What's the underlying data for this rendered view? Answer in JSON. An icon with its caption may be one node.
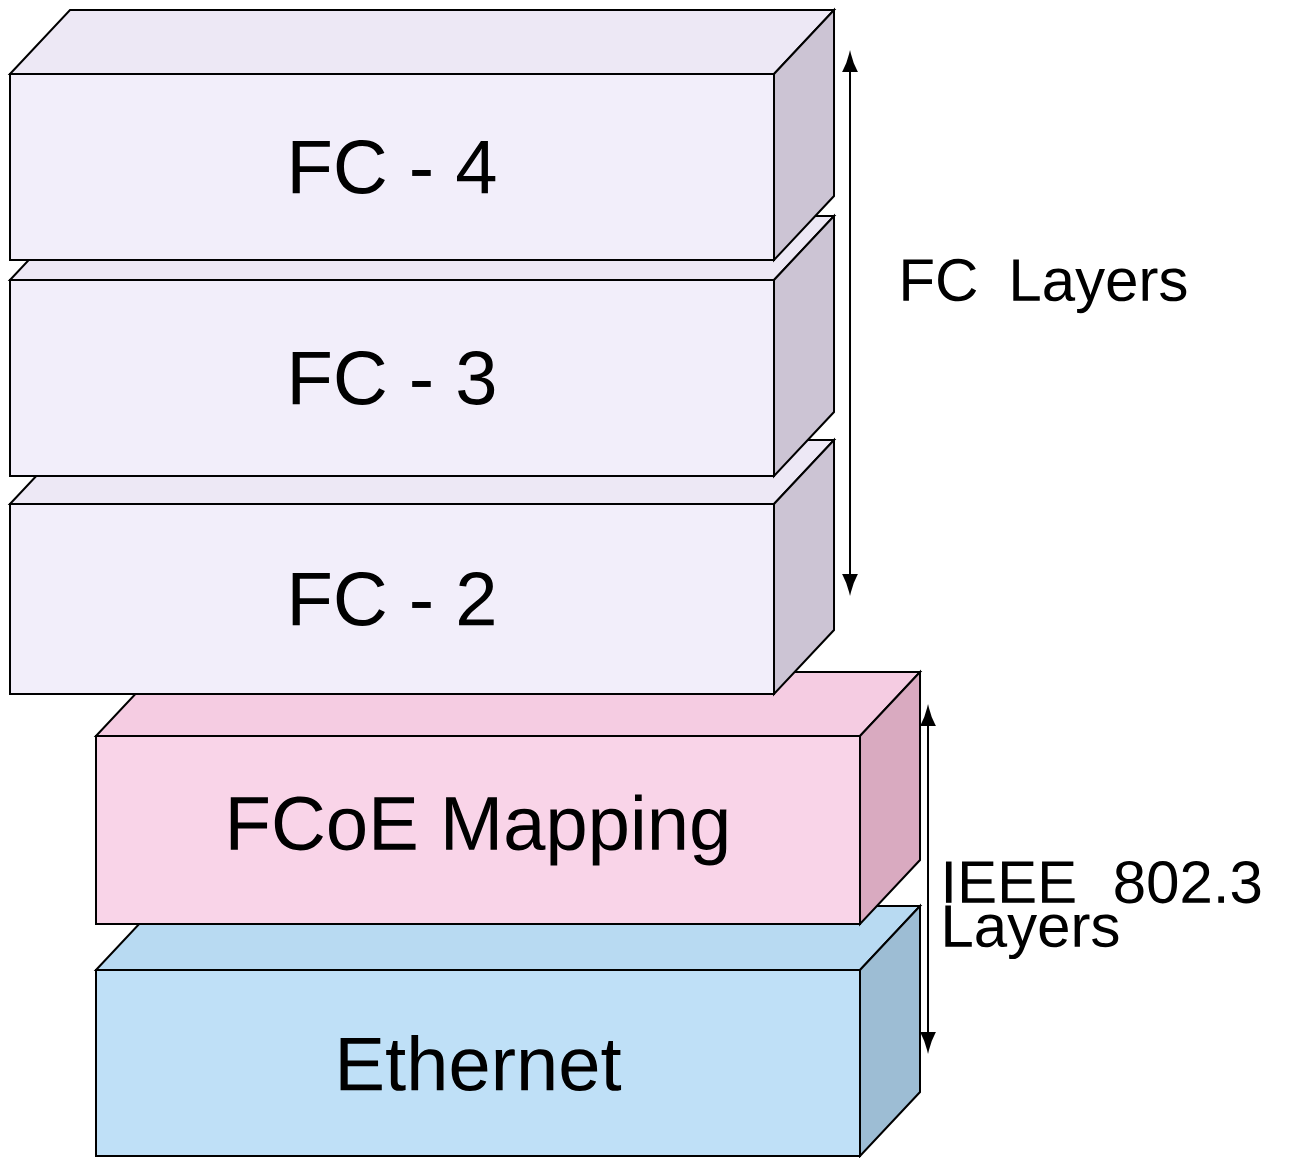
{
  "diagram": {
    "nodes": [
      {
        "text": [
          "FC - 4"
        ]
      },
      {
        "text": [
          "FC - 3"
        ]
      },
      {
        "text": [
          "FC - 2"
        ]
      },
      {
        "text": [
          "FCoE Mapping"
        ]
      },
      {
        "text": [
          "Ethernet"
        ]
      }
    ],
    "labels": [
      "FC Layers",
      "IEEE 802.3 Layers"
    ]
  }
}
